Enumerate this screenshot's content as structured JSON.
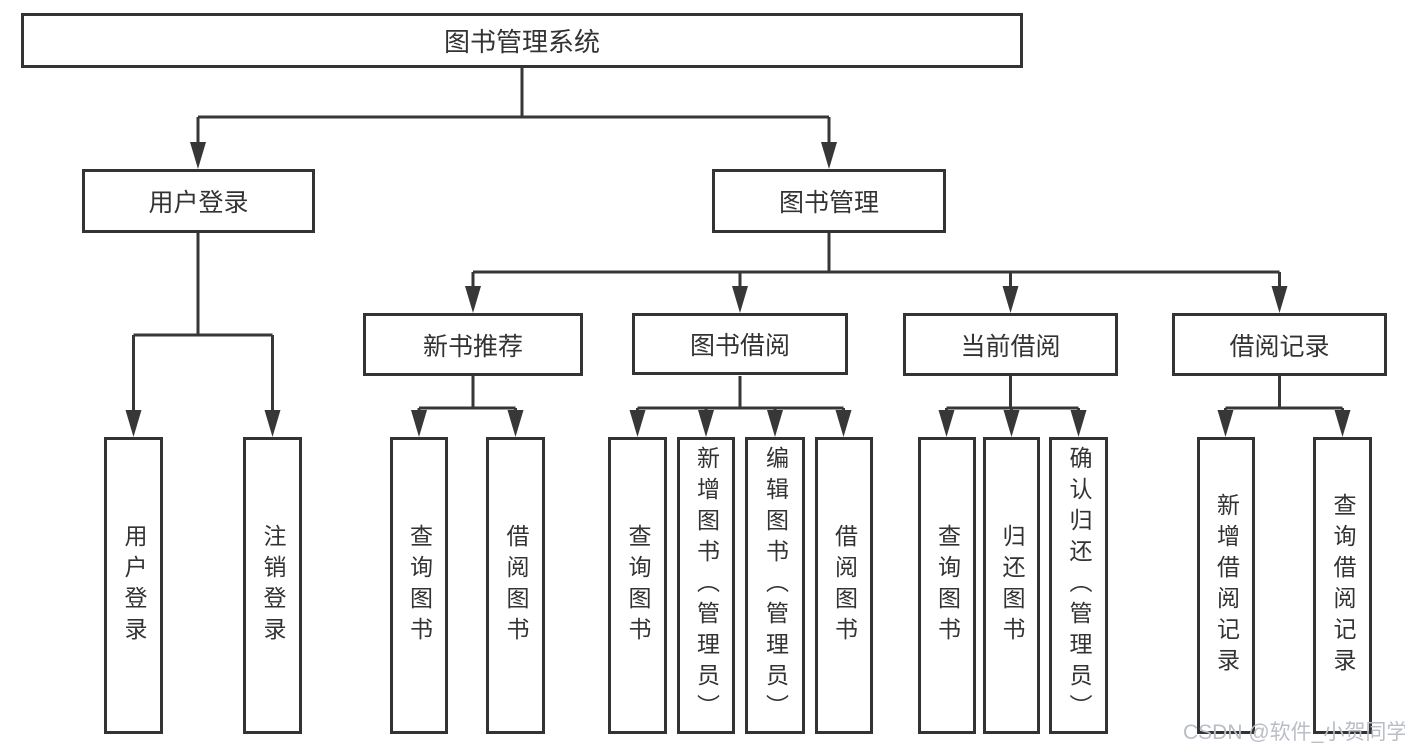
{
  "tree": {
    "root": {
      "label": "图书管理系统",
      "children": [
        {
          "label": "用户登录",
          "children": [
            {
              "label": "用户登录"
            },
            {
              "label": "注销登录"
            }
          ]
        },
        {
          "label": "图书管理",
          "children": [
            {
              "label": "新书推荐",
              "children": [
                {
                  "label": "查询图书"
                },
                {
                  "label": "借阅图书"
                }
              ]
            },
            {
              "label": "图书借阅",
              "children": [
                {
                  "label": "查询图书"
                },
                {
                  "label": "新增图书（管理员）"
                },
                {
                  "label": "编辑图书（管理员）"
                },
                {
                  "label": "借阅图书"
                }
              ]
            },
            {
              "label": "当前借阅",
              "children": [
                {
                  "label": "查询图书"
                },
                {
                  "label": "归还图书"
                },
                {
                  "label": "确认归还（管理员）"
                }
              ]
            },
            {
              "label": "借阅记录",
              "children": [
                {
                  "label": "新增借阅记录"
                },
                {
                  "label": "查询借阅记录"
                }
              ]
            }
          ]
        }
      ]
    }
  },
  "watermark": {
    "text": "CSDN @软件_小贺同学"
  },
  "colors": {
    "line": "#373737",
    "box_border": "#333333",
    "text": "#333333",
    "background": "#ffffff",
    "watermark": "#b9bec6"
  }
}
